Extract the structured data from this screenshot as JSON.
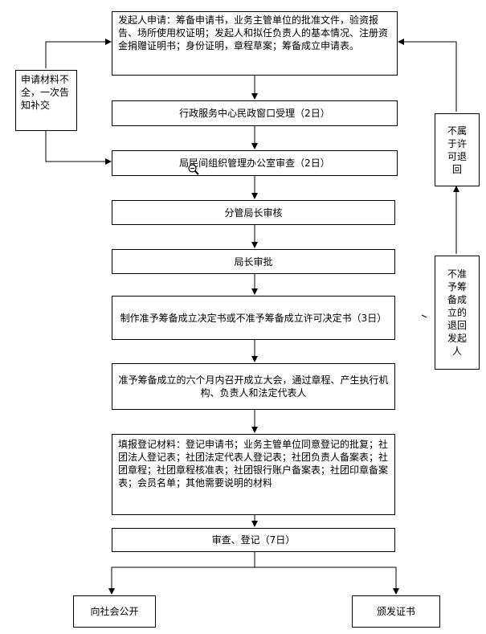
{
  "steps": {
    "apply": "发起人申请：筹备申请书，业务主管单位的批准文件，验资报告、场所使用权证明；发起人和拟任负责人的基本情况、注册资金捐赠证明书；身份证明，章程草案；筹备成立申请表。",
    "accept": "行政服务中心民政窗口受理（2日）",
    "review": "局民间组织管理办公室审查（2日）",
    "deputy": "分管局长审核",
    "director": "局长审批",
    "decision": "制作准予筹备成立决定书或不准予筹备成立许可决定书（3日）",
    "congress": "准予筹备成立的六个月内召开成立大会，通过章程、产生执行机构、负责人和法定代表人",
    "materials": "填报登记材料：登记申请书；业务主管单位同意登记的批复；社团法人登记表；社团法定代表人登记表；社团负责人备案表；社团章程；社团章程核准表；社团银行账户备案表；社团印章备案表；会员名单；其他需要说明的材料",
    "register": "审查、登记（7日）",
    "publicize": "向社会公开",
    "issue": "颁发证书"
  },
  "side_notes": {
    "incomplete": "申请材料不全，一次告知补交",
    "not_eligible": "不属于许可退回",
    "not_approved": "不准予筹备成立的退回发起人"
  },
  "icons": {
    "zoom": "zoom-magnifier-icon"
  }
}
